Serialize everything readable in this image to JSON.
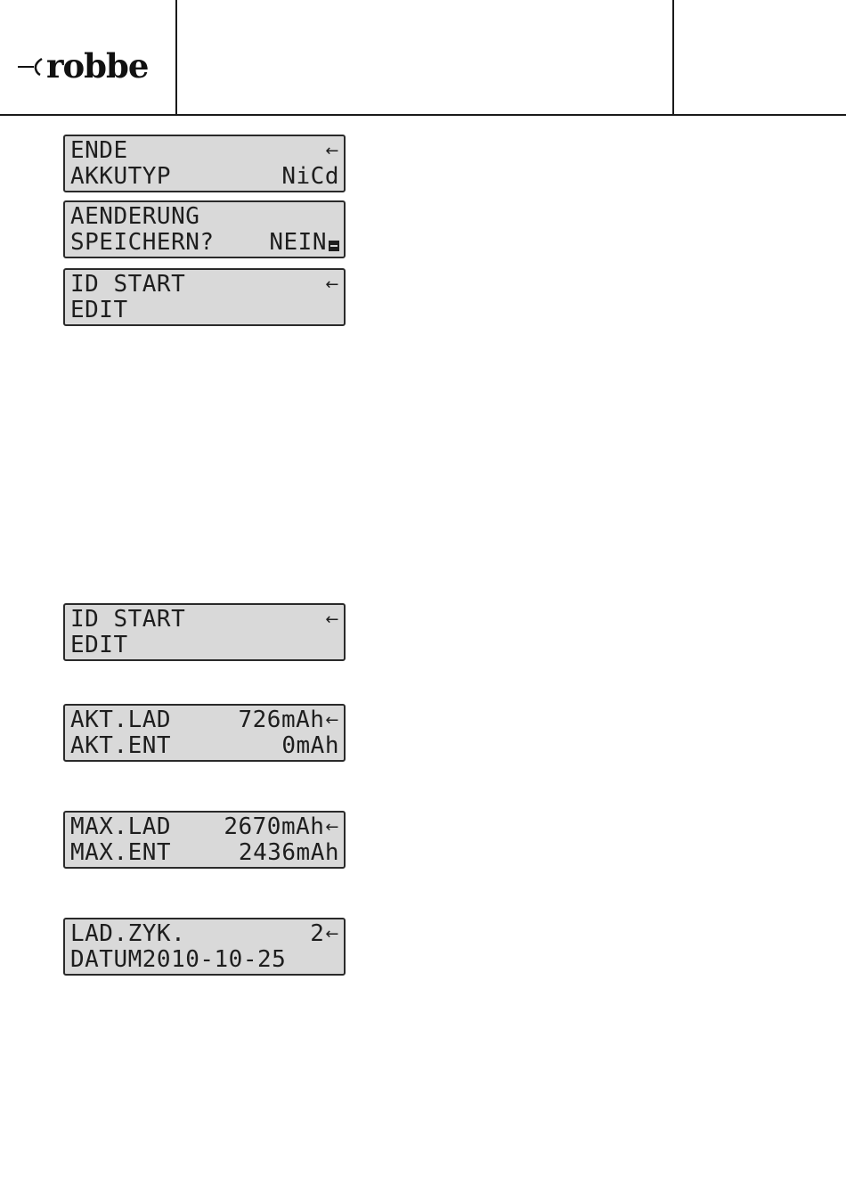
{
  "header": {
    "logo_text": "robbe"
  },
  "displays": [
    {
      "line1": {
        "left": "ENDE",
        "right": "",
        "icon": "arrow-left"
      },
      "line2": {
        "left": "AKKUTYP",
        "right": "NiCd",
        "icon": ""
      }
    },
    {
      "line1": {
        "left": "AENDERUNG",
        "right": "",
        "icon": ""
      },
      "line2": {
        "left": "SPEICHERN?",
        "right": "NEIN",
        "icon": "block-cursor"
      }
    },
    {
      "line1": {
        "left": "ID START",
        "right": "",
        "icon": "arrow-left"
      },
      "line2": {
        "left": "EDIT",
        "right": "",
        "icon": ""
      }
    },
    {
      "line1": {
        "left": "ID START",
        "right": "",
        "icon": "arrow-left"
      },
      "line2": {
        "left": "EDIT",
        "right": "",
        "icon": ""
      }
    },
    {
      "line1": {
        "left": "AKT.LAD",
        "right": "726mAh",
        "icon": "arrow-left"
      },
      "line2": {
        "left": "AKT.ENT",
        "right": "0mAh",
        "icon": ""
      }
    },
    {
      "line1": {
        "left": "MAX.LAD",
        "right": "2670mAh",
        "icon": "arrow-left"
      },
      "line2": {
        "left": "MAX.ENT",
        "right": "2436mAh",
        "icon": ""
      }
    },
    {
      "line1": {
        "left": "LAD.ZYK.",
        "right": "2",
        "icon": "arrow-left"
      },
      "line2": {
        "left": "DATUM2010-10-25",
        "right": "",
        "icon": ""
      }
    }
  ]
}
